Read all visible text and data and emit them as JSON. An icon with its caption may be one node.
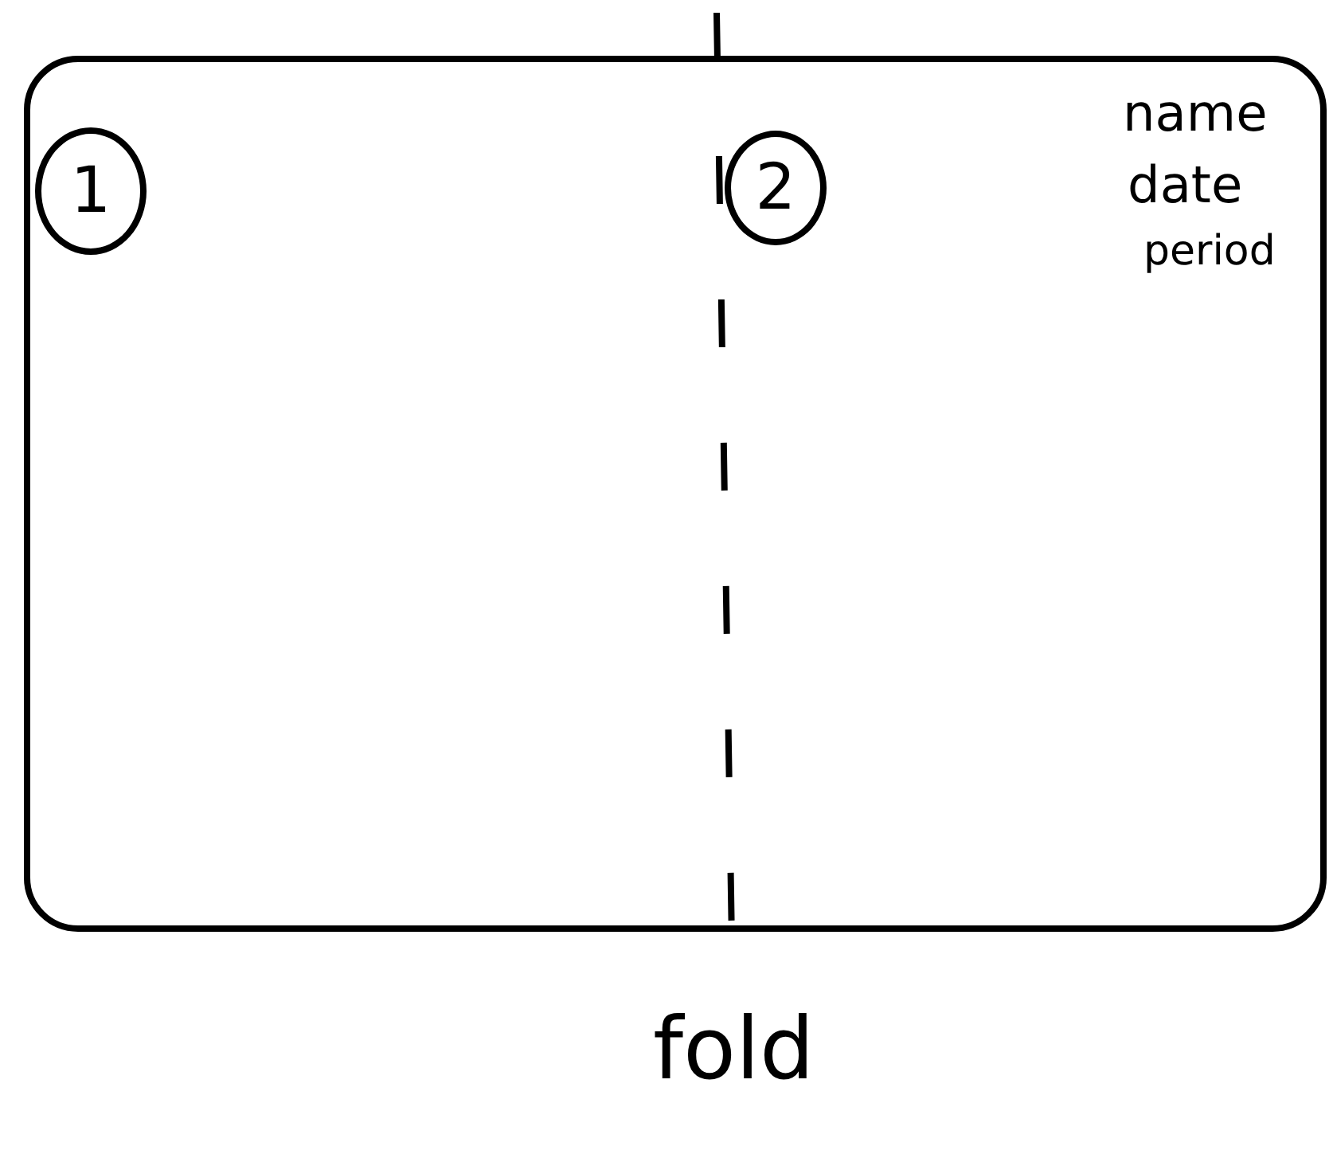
{
  "diagram": {
    "nodes": [
      {
        "text": [],
        "shape": "box"
      },
      {
        "text": [
          "1"
        ],
        "in": 0
      },
      {
        "text": [
          "2"
        ],
        "in": 0
      }
    ],
    "labels": [
      "name",
      "date",
      "period",
      "fold"
    ]
  }
}
